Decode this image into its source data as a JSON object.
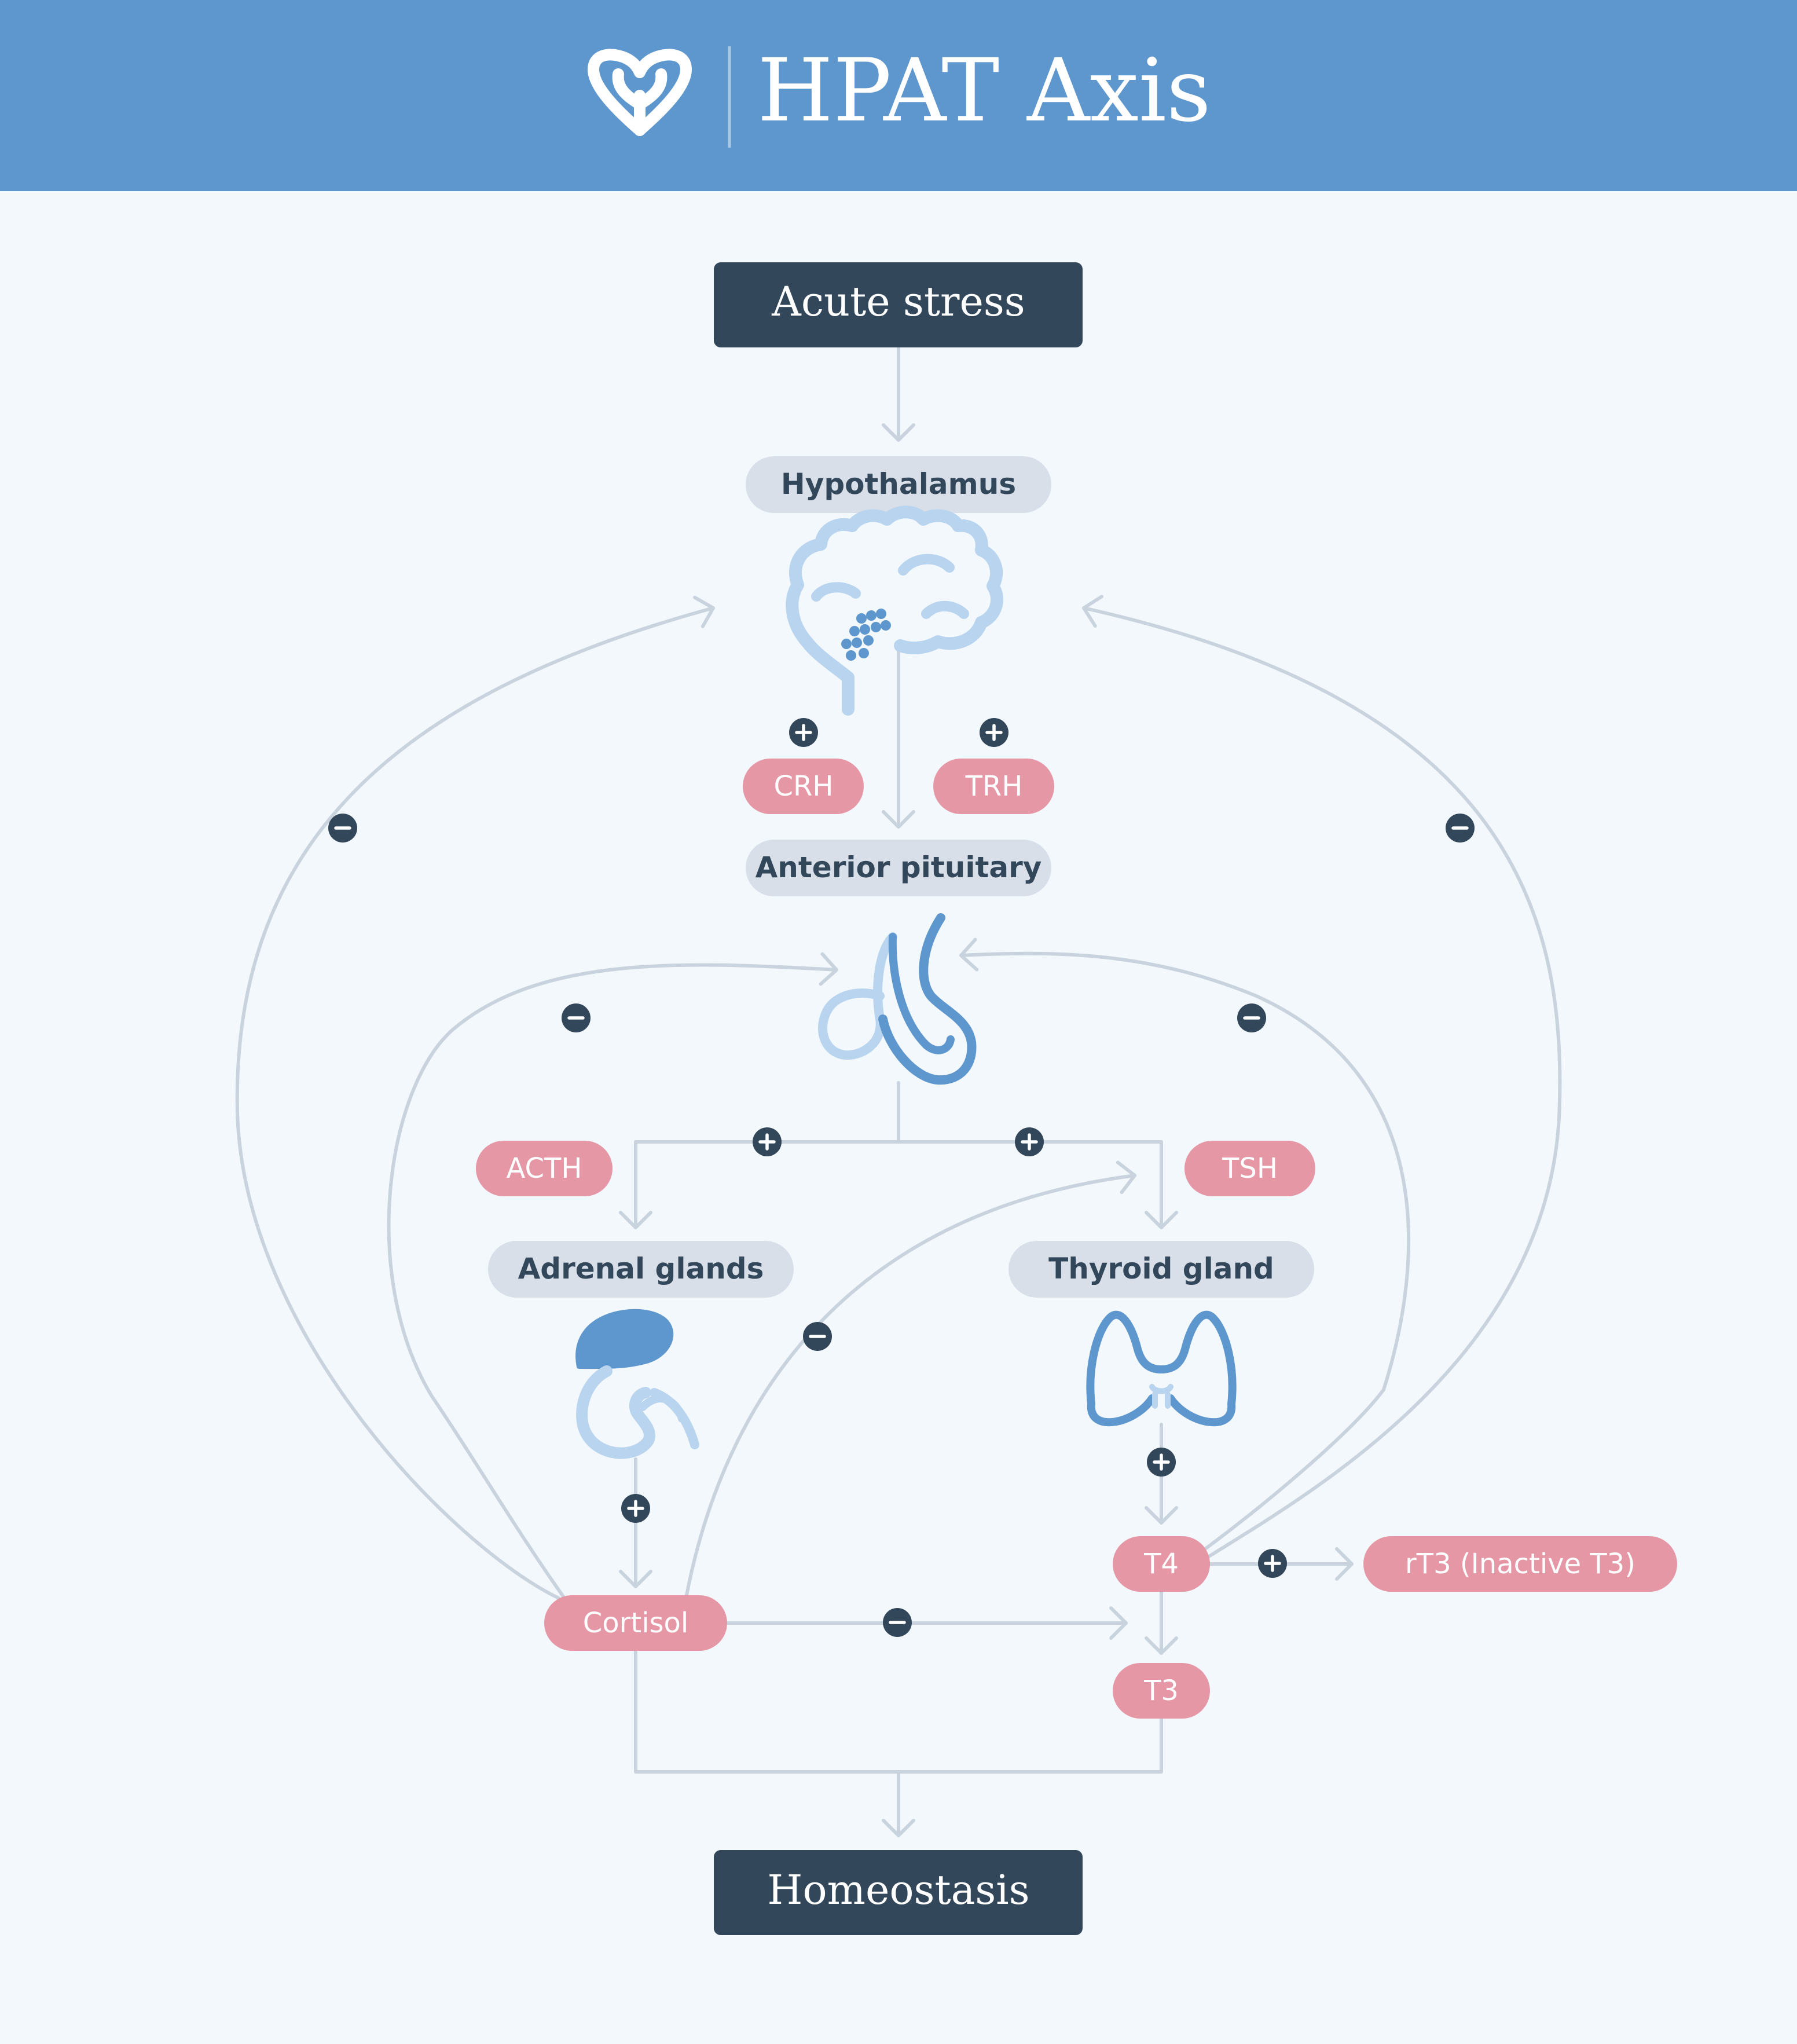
{
  "header": {
    "title": "HPAT Axis",
    "logo_icon": "leaf-heart-logo-icon"
  },
  "nodes": {
    "acute_stress": "Acute stress",
    "hypothalamus": "Hypothalamus",
    "anterior_pituitary": "Anterior pituitary",
    "adrenal_glands": "Adrenal glands",
    "thyroid_gland": "Thyroid gland",
    "homeostasis": "Homeostasis"
  },
  "hormones": {
    "crh": "CRH",
    "trh": "TRH",
    "acth": "ACTH",
    "tsh": "TSH",
    "cortisol": "Cortisol",
    "t4": "T4",
    "t3": "T3",
    "rt3": "rT3 (Inactive T3)"
  },
  "colors": {
    "header_bg": "#5e97ce",
    "page_bg": "#f3f8fd",
    "dark_box": "#33475b",
    "gray_pill": "#d8dfe9",
    "pink_pill": "#e697a6",
    "connector": "#c9d3de",
    "icon_light": "#b9d4ee",
    "icon_mid": "#5e97ce"
  },
  "signs": {
    "plus": "+",
    "minus": "−"
  }
}
